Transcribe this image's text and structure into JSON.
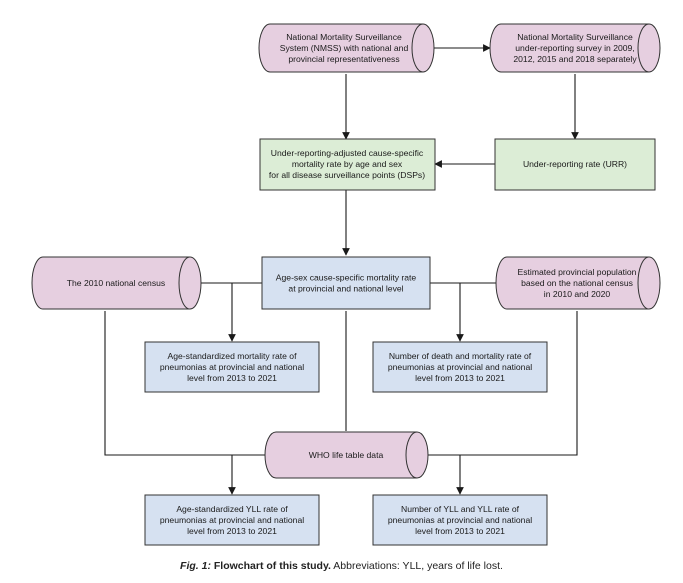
{
  "nodes": {
    "nmss": {
      "lines": [
        "National Mortality Surveillance",
        "System (NMSS) with national and",
        "provincial representativeness"
      ]
    },
    "underreporting_survey": {
      "lines": [
        "National Mortality Surveillance",
        "under-reporting survey in 2009,",
        "2012, 2015 and 2018 separately"
      ]
    },
    "adjusted_rate": {
      "lines": [
        "Under-reporting-adjusted cause-specific",
        "mortality rate by age and sex",
        "for all disease surveillance points (DSPs)"
      ]
    },
    "urr": {
      "lines": [
        "Under-reporting rate (URR)"
      ]
    },
    "census_2010": {
      "lines": [
        "The 2010 national census"
      ]
    },
    "age_sex_rate": {
      "lines": [
        "Age-sex cause-specific mortality rate",
        "at provincial and national level"
      ]
    },
    "provincial_population": {
      "lines": [
        "Estimated provincial population",
        "based on the national census",
        "in 2010 and 2020"
      ]
    },
    "age_std_mortality": {
      "lines": [
        "Age-standardized mortality rate of",
        "pneumonias at provincial and national",
        "level from 2013 to 2021"
      ]
    },
    "deaths_mortality": {
      "lines": [
        "Number of death and mortality rate of",
        "pneumonias at provincial and national",
        "level from 2013 to 2021"
      ]
    },
    "who_life_table": {
      "lines": [
        "WHO life table data"
      ]
    },
    "age_std_yll": {
      "lines": [
        "Age-standardized YLL rate of",
        "pneumonias at provincial and national",
        "level from 2013 to 2021"
      ]
    },
    "yll_number": {
      "lines": [
        "Number of YLL and YLL rate of",
        "pneumonias at provincial and national",
        "level from 2013 to 2021"
      ]
    }
  },
  "caption": {
    "figure_label": "Fig. 1:",
    "title": "Flowchart of this study.",
    "text": "Abbreviations: YLL, years of life lost."
  },
  "colors": {
    "pink_fill": "#e6cfe0",
    "green_fill": "#dcedd6",
    "blue_fill": "#d6e1f1",
    "stroke": "#333333"
  }
}
